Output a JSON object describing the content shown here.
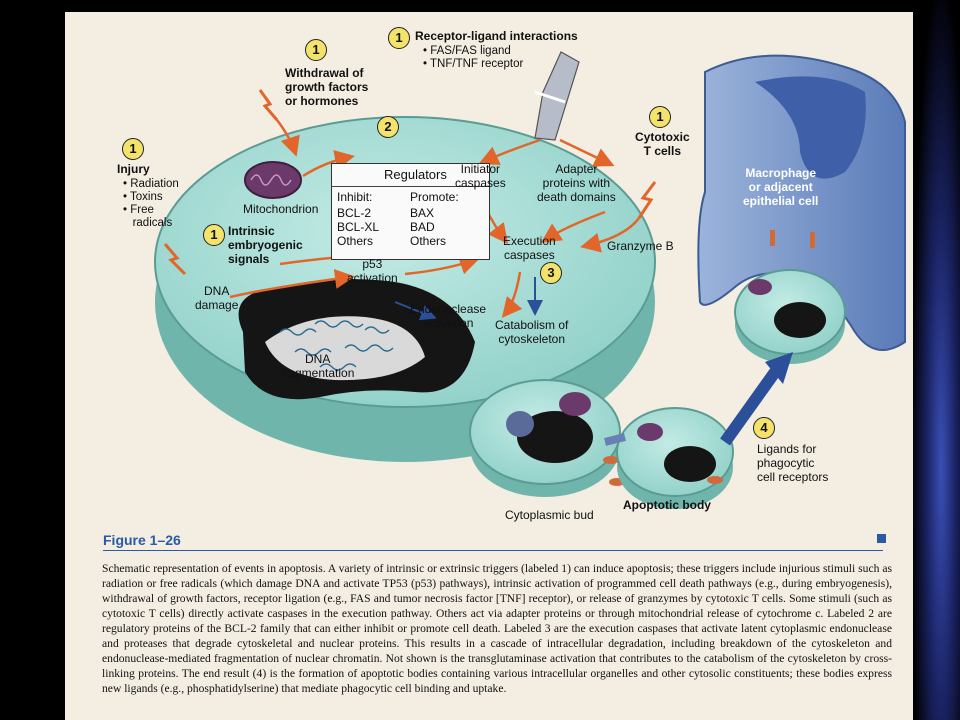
{
  "figure": {
    "title": "Figure 1–26",
    "caption": "Schematic representation of events in apoptosis. A variety of intrinsic or extrinsic triggers (labeled 1) can induce apoptosis; these triggers include injurious stimuli such as radiation or free radicals (which damage DNA and activate TP53 (p53) pathways), intrinsic activation of programmed cell death pathways (e.g., during embryogenesis), withdrawal of growth factors, receptor ligation (e.g., FAS and tumor necrosis factor [TNF] receptor), or release of granzymes by cytotoxic T cells. Some stimuli (such as cytotoxic T cells) directly activate caspases in the execution pathway. Others act via adapter proteins or through mitochondrial release of cytochrome c. Labeled 2 are regulatory proteins of the BCL-2 family that can either inhibit or promote cell death. Labeled 3 are the execution caspases that activate latent cytoplasmic endonuclease and proteases that degrade cytoskeletal and nuclear proteins. This results in a cascade of intracellular degradation, including breakdown of the cytoskeleton and endonuclease-mediated fragmentation of nuclear chromatin. Not shown is the transglutaminase activation that contributes to the catabolism of the cytoskeleton by cross-linking proteins. The end result (4) is the formation of apoptotic bodies containing various intracellular organelles and other cytosolic constituents; these bodies express new ligands (e.g., phosphatidylserine) that mediate phagocytic cell binding and uptake."
  },
  "labels": {
    "withdrawal_num": "1",
    "withdrawal": "Withdrawal of\ngrowth factors\nor hormones",
    "receptor_num": "1",
    "receptor_title": "Receptor-ligand interactions",
    "receptor_items": [
      "• FAS/FAS ligand",
      "• TNF/TNF receptor"
    ],
    "injury_num": "1",
    "injury_title": "Injury",
    "injury_items": [
      "• Radiation",
      "• Toxins",
      "• Free",
      "   radicals"
    ],
    "regulators_num": "2",
    "regulators": "Regulators",
    "inhibit_head": "Inhibit:",
    "inhibit_items": [
      "BCL-2",
      "BCL-XL",
      "Others"
    ],
    "promote_head": "Promote:",
    "promote_items": [
      "BAX",
      "BAD",
      "Others"
    ],
    "mitochondrion": "Mitochondrion",
    "intrinsic_num": "1",
    "intrinsic": "Intrinsic\nembryogenic\nsignals",
    "initiator": "Initiator\ncaspases",
    "adapter": "Adapter\nproteins with\ndeath domains",
    "cytotoxic_num": "1",
    "cytotoxic": "Cytotoxic\nT cells",
    "macrophage": "Macrophage\nor adjacent\nepithelial cell",
    "execution": "Execution\ncaspases",
    "execution_num": "3",
    "granzyme": "Granzyme B",
    "p53": "p53\nactivation",
    "dna_damage": "DNA\ndamage",
    "endonuclease": "Endonuclease\nactivation",
    "catabolism": "Catabolism of\ncytoskeleton",
    "dna_frag": "DNA\nfragmentation",
    "ligands_num": "4",
    "ligands": "Ligands for\nphagocytic\ncell receptors",
    "apoptotic_body": "Apoptotic body",
    "cyto_bud": "Cytoplasmic bud"
  },
  "colors": {
    "arrow_orange": "#e2662a",
    "cell_fill": "#a9dcd6",
    "macrophage": "#6f8fc4",
    "nucleus": "#1a1a1a",
    "badge": "#f4e36a",
    "figure_blue": "#2a5aa6"
  }
}
